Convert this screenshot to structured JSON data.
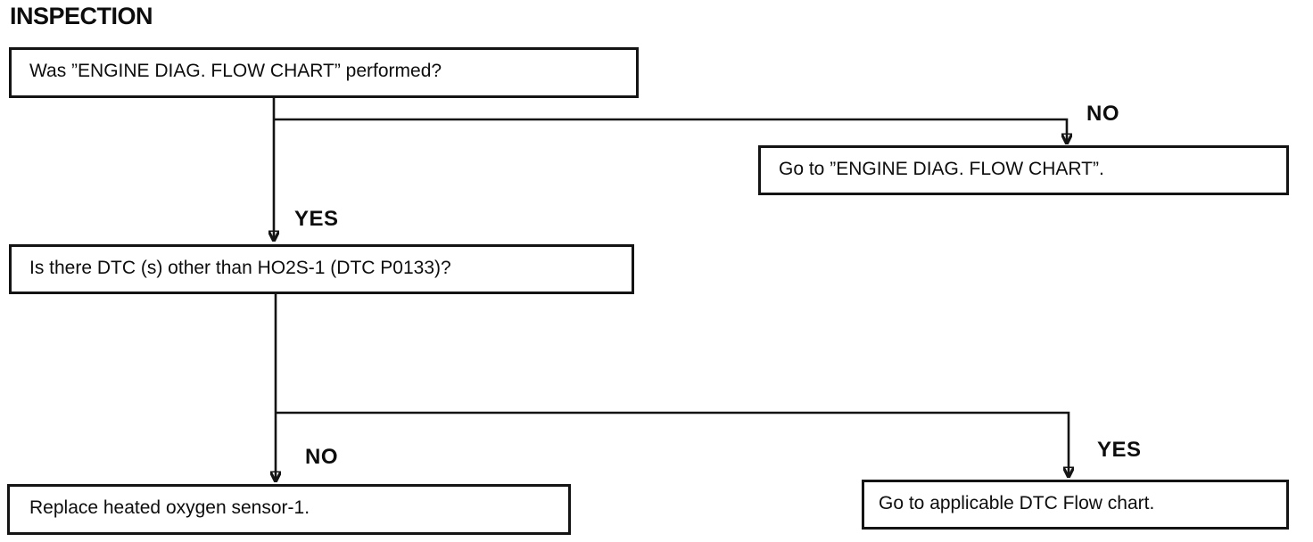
{
  "page": {
    "title": "INSPECTION"
  },
  "colors": {
    "ink": "#141414",
    "background": "#ffffff"
  },
  "flow": {
    "question1": {
      "text": "Was ”ENGINE DIAG. FLOW CHART” performed?"
    },
    "question1_no_label": "NO",
    "question1_no_result": {
      "text": "Go to ”ENGINE DIAG. FLOW CHART”."
    },
    "question1_yes_label": "YES",
    "question2": {
      "text": "Is there DTC (s) other than HO2S-1 (DTC P0133)?"
    },
    "question2_no_label": "NO",
    "question2_no_result": {
      "text": "Replace heated oxygen sensor-1."
    },
    "question2_yes_label": "YES",
    "question2_yes_result": {
      "text": "Go to applicable DTC Flow chart."
    }
  }
}
